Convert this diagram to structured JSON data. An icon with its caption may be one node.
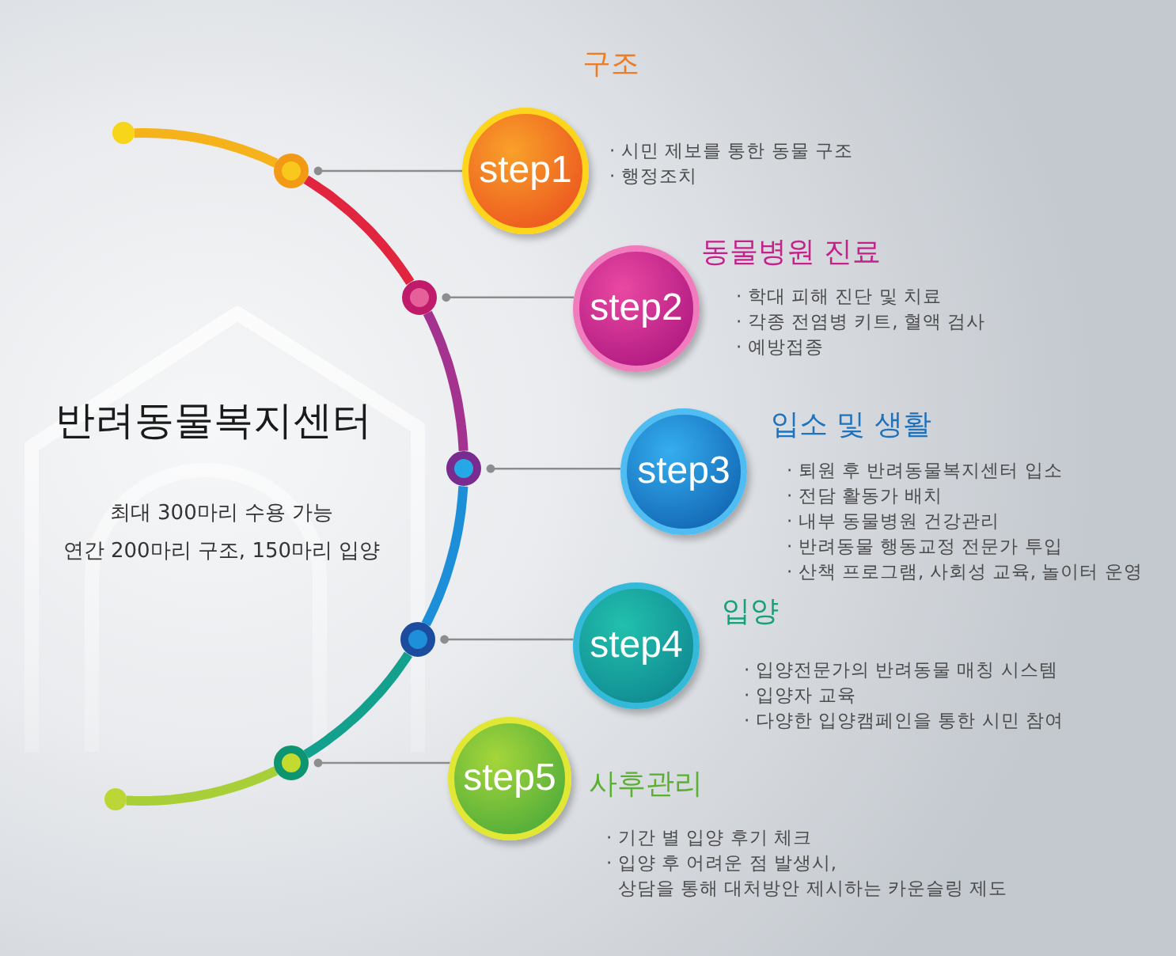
{
  "diagram": {
    "title": "반려동물복지센터",
    "nodes": [
      {
        "text": [],
        "shape": "circle"
      },
      {
        "text": [],
        "shape": "circle"
      },
      {
        "text": [
          "step1"
        ],
        "beside": [
          "구조",
          "· 시민 제보를 통한 동물 구조",
          "· 행정조치"
        ]
      },
      {
        "text": [],
        "shape": "circle"
      },
      {
        "text": [
          "step2"
        ],
        "beside": [
          "동물병원 진료",
          "· 학대 피해 진단 및 치료",
          "· 각종 전염병 키트, 혈액 검사",
          "· 예방접종"
        ]
      },
      {
        "text": [],
        "shape": "circle"
      },
      {
        "text": [
          "step3"
        ],
        "beside": [
          "입소 및 생활",
          "· 퇴원 후 반려동물복지센터 입소",
          "· 전담 활동가 배치",
          "· 내부 동물병원 건강관리",
          "· 반려동물 행동교정 전문가 투입",
          "· 산책 프로그램, 사회성 교육, 놀이터 운영"
        ]
      },
      {
        "text": [],
        "shape": "circle"
      },
      {
        "text": [
          "step4"
        ],
        "beside": [
          "입양",
          "· 입양전문가의 반려동물 매칭 시스템",
          "· 입양자 교육",
          "· 다양한 입양캠페인을 통한 시민 참여"
        ]
      },
      {
        "text": [],
        "shape": "circle"
      },
      {
        "text": [
          "step5"
        ],
        "beside": [
          "사후관리",
          "· 기간 별 입양 후기 체크",
          "· 입양 후 어려운 점 발생시, 상담을 통해 대처방안 제시하는 카운슬링 제도"
        ]
      },
      {
        "text": [],
        "shape": "circle"
      }
    ],
    "edges": [
      {
        "from": 0,
        "to": 1,
        "arrow": "none",
        "color": "#f6b21b"
      },
      {
        "from": 1,
        "to": 3,
        "arrow": "none",
        "color": "#e2253f"
      },
      {
        "from": 3,
        "to": 5,
        "arrow": "none",
        "color": "#a4338f"
      },
      {
        "from": 5,
        "to": 7,
        "arrow": "none",
        "color": "#1d8fd8"
      },
      {
        "from": 7,
        "to": 9,
        "arrow": "none",
        "color": "#13a08c"
      },
      {
        "from": 9,
        "to": 11,
        "arrow": "none",
        "color": "#a8cf38"
      },
      {
        "from": 1,
        "to": 2,
        "arrow": "other"
      },
      {
        "from": 3,
        "to": 4,
        "arrow": "other"
      },
      {
        "from": 5,
        "to": 6,
        "arrow": "other"
      },
      {
        "from": 7,
        "to": 8,
        "arrow": "other"
      },
      {
        "from": 9,
        "to": 10,
        "arrow": "other"
      }
    ],
    "labels": [
      "최대 300마리 수용 가능",
      "연간 200마리 구조, 150마리 입양"
    ]
  }
}
